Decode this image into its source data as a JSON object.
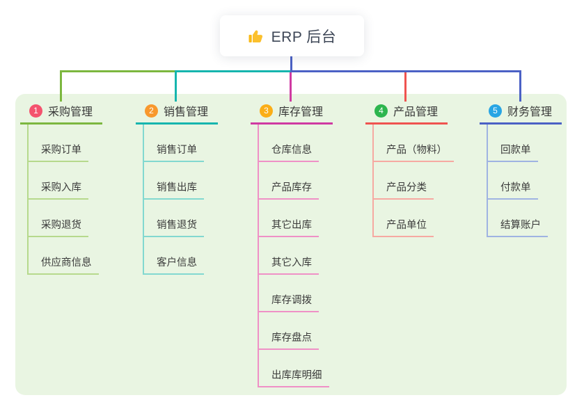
{
  "root": {
    "icon": "thumbs-up",
    "label": "ERP 后台"
  },
  "colors": {
    "page_bg": "#ffffff",
    "panel_bg": "#e9f5e2",
    "root_text": "#3d4656",
    "item_text": "#3a3a3a",
    "stem": "#4b61c5",
    "thumb_icon": "#fbc02d"
  },
  "branches": [
    {
      "badge": "1",
      "badge_color": "#f4536e",
      "line_color": "#7cb73f",
      "sub_line_color": "#b6d98c",
      "title": "采购管理",
      "items": [
        "采购订单",
        "采购入库",
        "采购退货",
        "供应商信息"
      ]
    },
    {
      "badge": "2",
      "badge_color": "#f8982d",
      "line_color": "#16b5ae",
      "sub_line_color": "#82d8d0",
      "title": "销售管理",
      "items": [
        "销售订单",
        "销售出库",
        "销售退货",
        "客户信息"
      ]
    },
    {
      "badge": "3",
      "badge_color": "#fbae17",
      "line_color": "#cf3aa2",
      "sub_line_color": "#ef90c6",
      "title": "库存管理",
      "items": [
        "仓库信息",
        "产品库存",
        "其它出库",
        "其它入库",
        "库存调拨",
        "库存盘点",
        "出库库明细"
      ]
    },
    {
      "badge": "4",
      "badge_color": "#2db54e",
      "line_color": "#ef5350",
      "sub_line_color": "#f6a9a2",
      "title": "产品管理",
      "items": [
        "产品（物料）",
        "产品分类",
        "产品单位"
      ]
    },
    {
      "badge": "5",
      "badge_color": "#28a5e4",
      "line_color": "#4b61c5",
      "sub_line_color": "#9fb3e2",
      "title": "财务管理",
      "items": [
        "回款单",
        "付款单",
        "结算账户"
      ]
    }
  ]
}
